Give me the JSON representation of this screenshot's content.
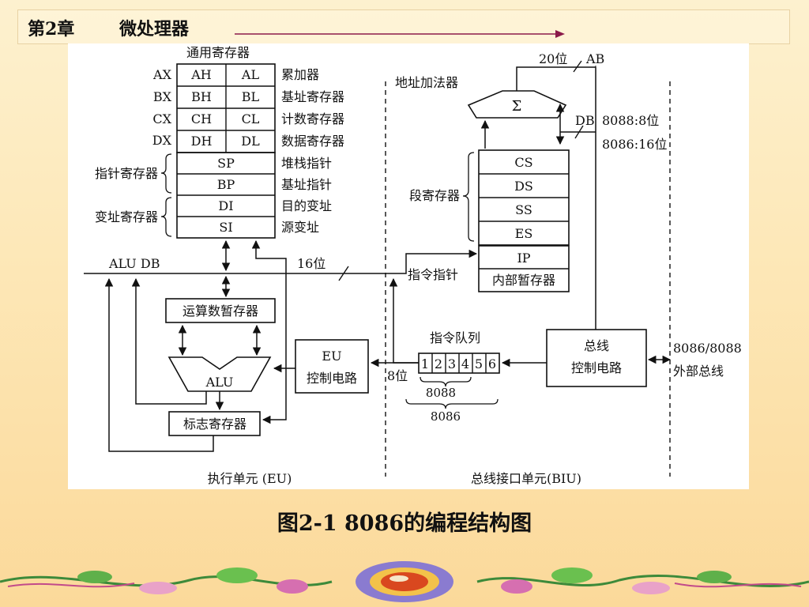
{
  "header": {
    "chapter": "第2章",
    "title": "微处理器"
  },
  "diagram": {
    "gp_title": "通用寄存器",
    "gp_rows": [
      {
        "name": "AX",
        "hi": "AH",
        "lo": "AL",
        "desc": "累加器"
      },
      {
        "name": "BX",
        "hi": "BH",
        "lo": "BL",
        "desc": "基址寄存器"
      },
      {
        "name": "CX",
        "hi": "CH",
        "lo": "CL",
        "desc": "计数寄存器"
      },
      {
        "name": "DX",
        "hi": "DH",
        "lo": "DL",
        "desc": "数据寄存器"
      }
    ],
    "pointer_group": "指针寄存器",
    "index_group": "变址寄存器",
    "reg_rows": [
      {
        "name": "SP",
        "desc": "堆栈指针"
      },
      {
        "name": "BP",
        "desc": "基址指针"
      },
      {
        "name": "DI",
        "desc": "目的变址"
      },
      {
        "name": "SI",
        "desc": "源变址"
      }
    ],
    "alu_db": "ALU DB",
    "bus16": "16位",
    "operand_reg": "运算数暂存器",
    "alu": "ALU",
    "flags_reg": "标志寄存器",
    "eu_ctrl": [
      "EU",
      "控制电路"
    ],
    "eu_label": "执行单元 (EU)",
    "addr_adder": "地址加法器",
    "sigma": "Σ",
    "ab_width": "20位",
    "ab": "AB",
    "db": "DB",
    "db_8088": "8088:8位",
    "db_8086": "8086:16位",
    "seg_group": "段寄存器",
    "seg_regs": [
      "CS",
      "DS",
      "SS",
      "ES"
    ],
    "ip": "IP",
    "ip_label": "指令指针",
    "internal_reg": "内部暂存器",
    "queue_title": "指令队列",
    "queue_cells": [
      "1",
      "2",
      "3",
      "4",
      "5",
      "6"
    ],
    "queue_width": "8位",
    "queue_8088": "8088",
    "queue_8086": "8086",
    "bus_ctrl": [
      "总线",
      "控制电路"
    ],
    "ext_bus": [
      "8086/8088",
      "外部总线"
    ],
    "biu_label": "总线接口单元(BIU)"
  },
  "caption": "图2-1  8086的编程结构图",
  "colors": {
    "header_arrow": "#8b1a4a"
  }
}
